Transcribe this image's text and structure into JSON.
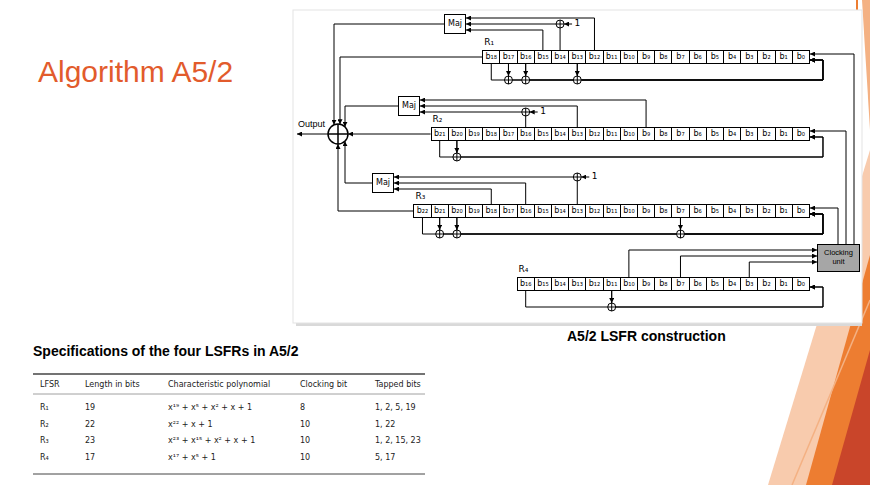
{
  "diagram": {
    "title": "Algorithm A5/2",
    "caption": "A5/2 LSFR construction",
    "nodes": [
      {
        "text": [
          "Maj"
        ]
      },
      {
        "text": [
          "R₁"
        ]
      },
      {
        "text": [
          "b₁₈"
        ],
        "in": 1
      },
      {
        "text": [
          "b₁₇"
        ],
        "in": 1
      },
      {
        "text": [
          "b₁₆"
        ],
        "in": 1
      },
      {
        "text": [
          "b₁₅"
        ],
        "in": 1
      },
      {
        "text": [
          "b₁₄"
        ],
        "in": 1
      },
      {
        "text": [
          "b₁₃"
        ],
        "in": 1
      },
      {
        "text": [
          "b₁₂"
        ],
        "in": 1
      },
      {
        "text": [
          "b₁₁"
        ],
        "in": 1
      },
      {
        "text": [
          "b₁₀"
        ],
        "in": 1
      },
      {
        "text": [
          "b₉"
        ],
        "in": 1
      },
      {
        "text": [
          "b₈"
        ],
        "in": 1
      },
      {
        "text": [
          "b₇"
        ],
        "in": 1
      },
      {
        "text": [
          "b₆"
        ],
        "in": 1
      },
      {
        "text": [
          "b₅"
        ],
        "in": 1
      },
      {
        "text": [
          "b₄"
        ],
        "in": 1
      },
      {
        "text": [
          "b₃"
        ],
        "in": 1
      },
      {
        "text": [
          "b₂"
        ],
        "in": 1
      },
      {
        "text": [
          "b₁"
        ],
        "in": 1
      },
      {
        "text": [
          "b₀"
        ],
        "in": 1
      },
      {
        "text": [
          "Maj"
        ]
      },
      {
        "text": [
          "R₂"
        ]
      },
      {
        "text": [
          "b₂₁"
        ],
        "in": 22
      },
      {
        "text": [
          "b₂₀"
        ],
        "in": 22
      },
      {
        "text": [
          "b₁₉"
        ],
        "in": 22
      },
      {
        "text": [
          "b₁₈"
        ],
        "in": 22
      },
      {
        "text": [
          "b₁₇"
        ],
        "in": 22
      },
      {
        "text": [
          "b₁₆"
        ],
        "in": 22
      },
      {
        "text": [
          "b₁₅"
        ],
        "in": 22
      },
      {
        "text": [
          "b₁₄"
        ],
        "in": 22
      },
      {
        "text": [
          "b₁₃"
        ],
        "in": 22
      },
      {
        "text": [
          "b₁₂"
        ],
        "in": 22
      },
      {
        "text": [
          "b₁₁"
        ],
        "in": 22
      },
      {
        "text": [
          "b₁₀"
        ],
        "in": 22
      },
      {
        "text": [
          "b₉"
        ],
        "in": 22
      },
      {
        "text": [
          "b₈"
        ],
        "in": 22
      },
      {
        "text": [
          "b₇"
        ],
        "in": 22
      },
      {
        "text": [
          "b₆"
        ],
        "in": 22
      },
      {
        "text": [
          "b₅"
        ],
        "in": 22
      },
      {
        "text": [
          "b₄"
        ],
        "in": 22
      },
      {
        "text": [
          "b₃"
        ],
        "in": 22
      },
      {
        "text": [
          "b₂"
        ],
        "in": 22
      },
      {
        "text": [
          "b₁"
        ],
        "in": 22
      },
      {
        "text": [
          "b₀"
        ],
        "in": 22
      },
      {
        "text": [
          "Maj"
        ]
      },
      {
        "text": [
          "R₃"
        ]
      },
      {
        "text": [
          "b₂₂"
        ],
        "in": 46
      },
      {
        "text": [
          "b₂₁"
        ],
        "in": 46
      },
      {
        "text": [
          "b₂₀"
        ],
        "in": 46
      },
      {
        "text": [
          "b₁₉"
        ],
        "in": 46
      },
      {
        "text": [
          "b₁₈"
        ],
        "in": 46
      },
      {
        "text": [
          "b₁₇"
        ],
        "in": 46
      },
      {
        "text": [
          "b₁₆"
        ],
        "in": 46
      },
      {
        "text": [
          "b₁₅"
        ],
        "in": 46
      },
      {
        "text": [
          "b₁₄"
        ],
        "in": 46
      },
      {
        "text": [
          "b₁₃"
        ],
        "in": 46
      },
      {
        "text": [
          "b₁₂"
        ],
        "in": 46
      },
      {
        "text": [
          "b₁₁"
        ],
        "in": 46
      },
      {
        "text": [
          "b₁₀"
        ],
        "in": 46
      },
      {
        "text": [
          "b₉"
        ],
        "in": 46
      },
      {
        "text": [
          "b₈"
        ],
        "in": 46
      },
      {
        "text": [
          "b₇"
        ],
        "in": 46
      },
      {
        "text": [
          "b₆"
        ],
        "in": 46
      },
      {
        "text": [
          "b₅"
        ],
        "in": 46
      },
      {
        "text": [
          "b₄"
        ],
        "in": 46
      },
      {
        "text": [
          "b₃"
        ],
        "in": 46
      },
      {
        "text": [
          "b₂"
        ],
        "in": 46
      },
      {
        "text": [
          "b₁"
        ],
        "in": 46
      },
      {
        "text": [
          "b₀"
        ],
        "in": 46
      },
      {
        "text": [
          "Clocking unit"
        ]
      },
      {
        "text": [
          "R₄"
        ]
      },
      {
        "text": [
          "b₁₆"
        ],
        "in": 71
      },
      {
        "text": [
          "b₁₅"
        ],
        "in": 71
      },
      {
        "text": [
          "b₁₄"
        ],
        "in": 71
      },
      {
        "text": [
          "b₁₃"
        ],
        "in": 71
      },
      {
        "text": [
          "b₁₂"
        ],
        "in": 71
      },
      {
        "text": [
          "b₁₁"
        ],
        "in": 71
      },
      {
        "text": [
          "b₁₀"
        ],
        "in": 71
      },
      {
        "text": [
          "b₉"
        ],
        "in": 71
      },
      {
        "text": [
          "b₈"
        ],
        "in": 71
      },
      {
        "text": [
          "b₇"
        ],
        "in": 71
      },
      {
        "text": [
          "b₆"
        ],
        "in": 71
      },
      {
        "text": [
          "b₅"
        ],
        "in": 71
      },
      {
        "text": [
          "b₄"
        ],
        "in": 71
      },
      {
        "text": [
          "b₃"
        ],
        "in": 71
      },
      {
        "text": [
          "b₂"
        ],
        "in": 71
      },
      {
        "text": [
          "b₁"
        ],
        "in": 71
      },
      {
        "text": [
          "b₀"
        ],
        "in": 71
      }
    ],
    "edges": [
      {
        "from": 5,
        "to": 0,
        "arrow": "to"
      },
      {
        "from": 6,
        "to": 0,
        "arrow": "to"
      },
      {
        "from": 8,
        "to": 0,
        "arrow": "to"
      },
      {
        "from": 2,
        "to": 20,
        "arrow": "to"
      },
      {
        "from": 3,
        "to": 20,
        "arrow": "to"
      },
      {
        "from": 4,
        "to": 20,
        "arrow": "to"
      },
      {
        "from": 7,
        "to": 20,
        "arrow": "to"
      },
      {
        "from": 28,
        "to": 21,
        "arrow": "to"
      },
      {
        "from": 31,
        "to": 21,
        "arrow": "to"
      },
      {
        "from": 35,
        "to": 21,
        "arrow": "to"
      },
      {
        "from": 23,
        "to": 44,
        "arrow": "to"
      },
      {
        "from": 24,
        "to": 44,
        "arrow": "to"
      },
      {
        "from": 51,
        "to": 45,
        "arrow": "to"
      },
      {
        "from": 53,
        "to": 45,
        "arrow": "to"
      },
      {
        "from": 56,
        "to": 45,
        "arrow": "to"
      },
      {
        "from": 47,
        "to": 69,
        "arrow": "to"
      },
      {
        "from": 48,
        "to": 69,
        "arrow": "to"
      },
      {
        "from": 49,
        "to": 69,
        "arrow": "to"
      },
      {
        "from": 62,
        "to": 69,
        "arrow": "to"
      },
      {
        "from": 78,
        "to": 70,
        "arrow": "to"
      },
      {
        "from": 81,
        "to": 70,
        "arrow": "to"
      },
      {
        "from": 85,
        "to": 70,
        "arrow": "to"
      },
      {
        "from": 70,
        "to": 1,
        "arrow": "to"
      },
      {
        "from": 70,
        "to": 22,
        "arrow": "to"
      },
      {
        "from": 70,
        "to": 46,
        "arrow": "to"
      },
      {
        "from": 72,
        "to": 88,
        "arrow": "to"
      },
      {
        "from": 77,
        "to": 88,
        "arrow": "to"
      }
    ],
    "labels": [
      "Output",
      "1",
      "1",
      "1",
      "Specifications of the four LSFRs in A5/2",
      "LFSR",
      "Length in bits",
      "Characteristic polynomial",
      "Clocking bit",
      "Tapped bits",
      "R₁",
      "19",
      "x¹⁹ + x⁵ + x² + x + 1",
      "8",
      "1, 2, 5, 19",
      "R₂",
      "22",
      "x²² + x + 1",
      "10",
      "1, 22",
      "R₃",
      "23",
      "x²³ + x¹⁵ + x² + x + 1",
      "10",
      "1, 2, 15, 23",
      "R₄",
      "17",
      "x¹⁷ + x⁵ + 1",
      "10",
      "5, 17"
    ]
  }
}
